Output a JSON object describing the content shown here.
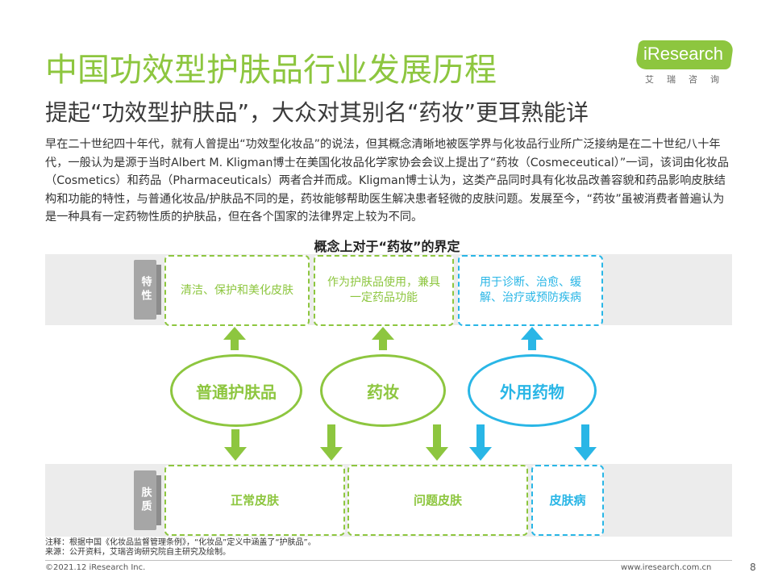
{
  "slide": {
    "title": "中国功效型护肤品行业发展历程",
    "subtitle": "提起“功效型护肤品”，大众对其别名“药妆”更耳熟能详",
    "body": "早在二十世纪四十年代，就有人曾提出“功效型化妆品”的说法，但其概念清晰地被医学界与化妆品行业所广泛接纳是在二十世纪八十年代，一般认为是源于当时Albert M. Kligman博士在美国化妆品化学家协会会议上提出了“药妆（Cosmeceutical）”一词，该词由化妆品（Cosmetics）和药品（Pharmaceuticals）两者合并而成。Kligman博士认为，这类产品同时具有化妆品改善容貌和药品影响皮肤结构和功能的特性，与普通化妆品/护肤品不同的是，药妆能够帮助医生解决患者轻微的皮肤问题。发展至今，“药妆”虽被消费者普遍认为是一种具有一定药物性质的护肤品，但在各个国家的法律界定上较为不同。"
  },
  "logo": {
    "brand": "iResearch",
    "sub": "艾瑞咨询"
  },
  "diagram": {
    "title": "概念上对于“药妆”的界定",
    "row_labels": {
      "top": "特性",
      "bottom": "肤质"
    },
    "features": [
      "清洁、保护和美化皮肤",
      "作为护肤品使用，兼具一定药品功能",
      "用于诊断、治愈、缓解、治疗或预防疾病"
    ],
    "categories": [
      "普通护肤品",
      "药妆",
      "外用药物"
    ],
    "skin_types": [
      "正常皮肤",
      "问题皮肤",
      "皮肤病"
    ],
    "colors": {
      "green": "#8dc63f",
      "blue": "#29b6e6"
    }
  },
  "footer": {
    "note": "注释：根据中国《化妆品监督管理条例》，“化妆品”定义中涵盖了“护肤品”。",
    "source": "来源：公开资料，艾瑞咨询研究院自主研究及绘制。",
    "copyright": "©2021.12 iResearch Inc.",
    "website": "www.iresearch.com.cn",
    "page": "8"
  }
}
